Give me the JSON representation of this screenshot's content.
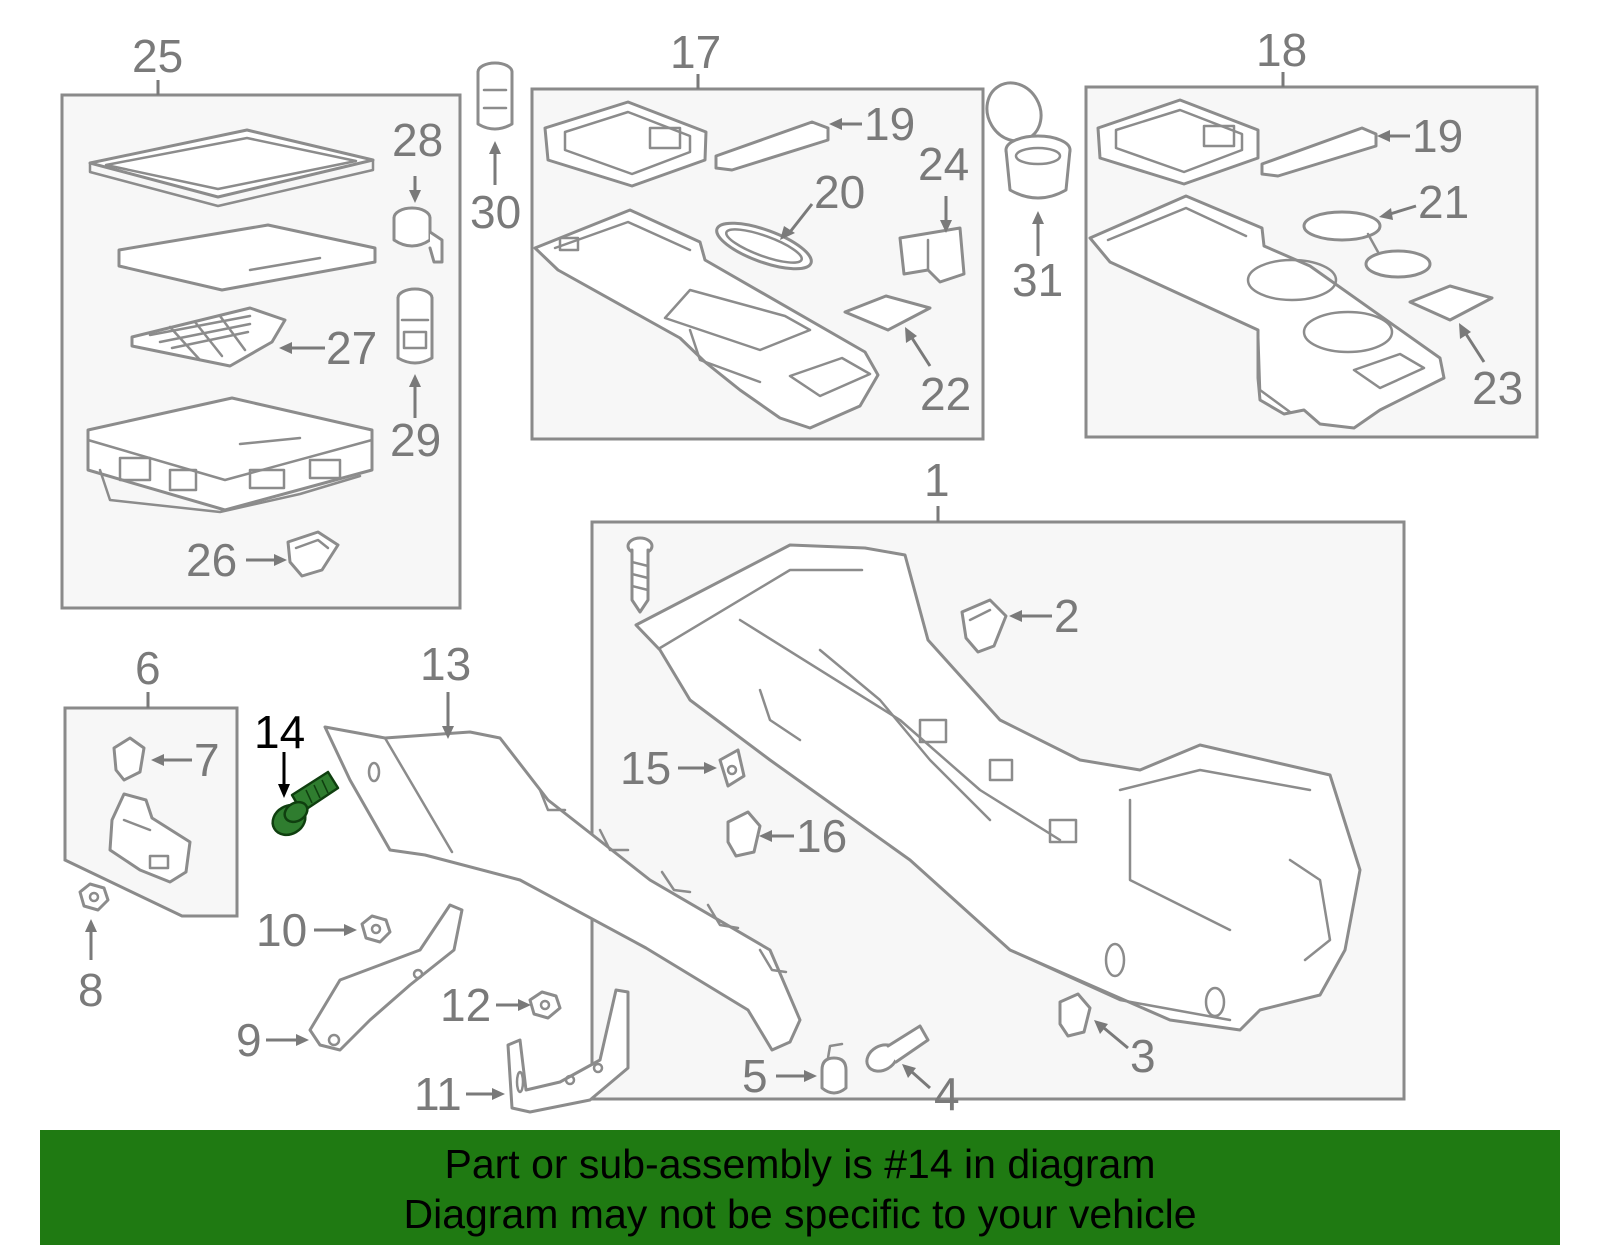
{
  "callouts": {
    "c1": "1",
    "c2": "2",
    "c3": "3",
    "c4": "4",
    "c5": "5",
    "c6": "6",
    "c7": "7",
    "c8": "8",
    "c9": "9",
    "c10": "10",
    "c11": "11",
    "c12": "12",
    "c13": "13",
    "c14": "14",
    "c15": "15",
    "c16": "16",
    "c17": "17",
    "c18": "18",
    "c19a": "19",
    "c19b": "19",
    "c20": "20",
    "c21": "21",
    "c22": "22",
    "c23": "23",
    "c24": "24",
    "c25": "25",
    "c26": "26",
    "c27": "27",
    "c28": "28",
    "c29": "29",
    "c30": "30",
    "c31": "31"
  },
  "highlighted_part": "14",
  "colors": {
    "highlight_part": "#2f7d2f",
    "banner_background": "#1f7a12",
    "line_art": "#8c8c8c"
  },
  "banner": {
    "line1": "Part or sub-assembly is #14 in diagram",
    "line2": "Diagram may not be specific to your vehicle"
  }
}
